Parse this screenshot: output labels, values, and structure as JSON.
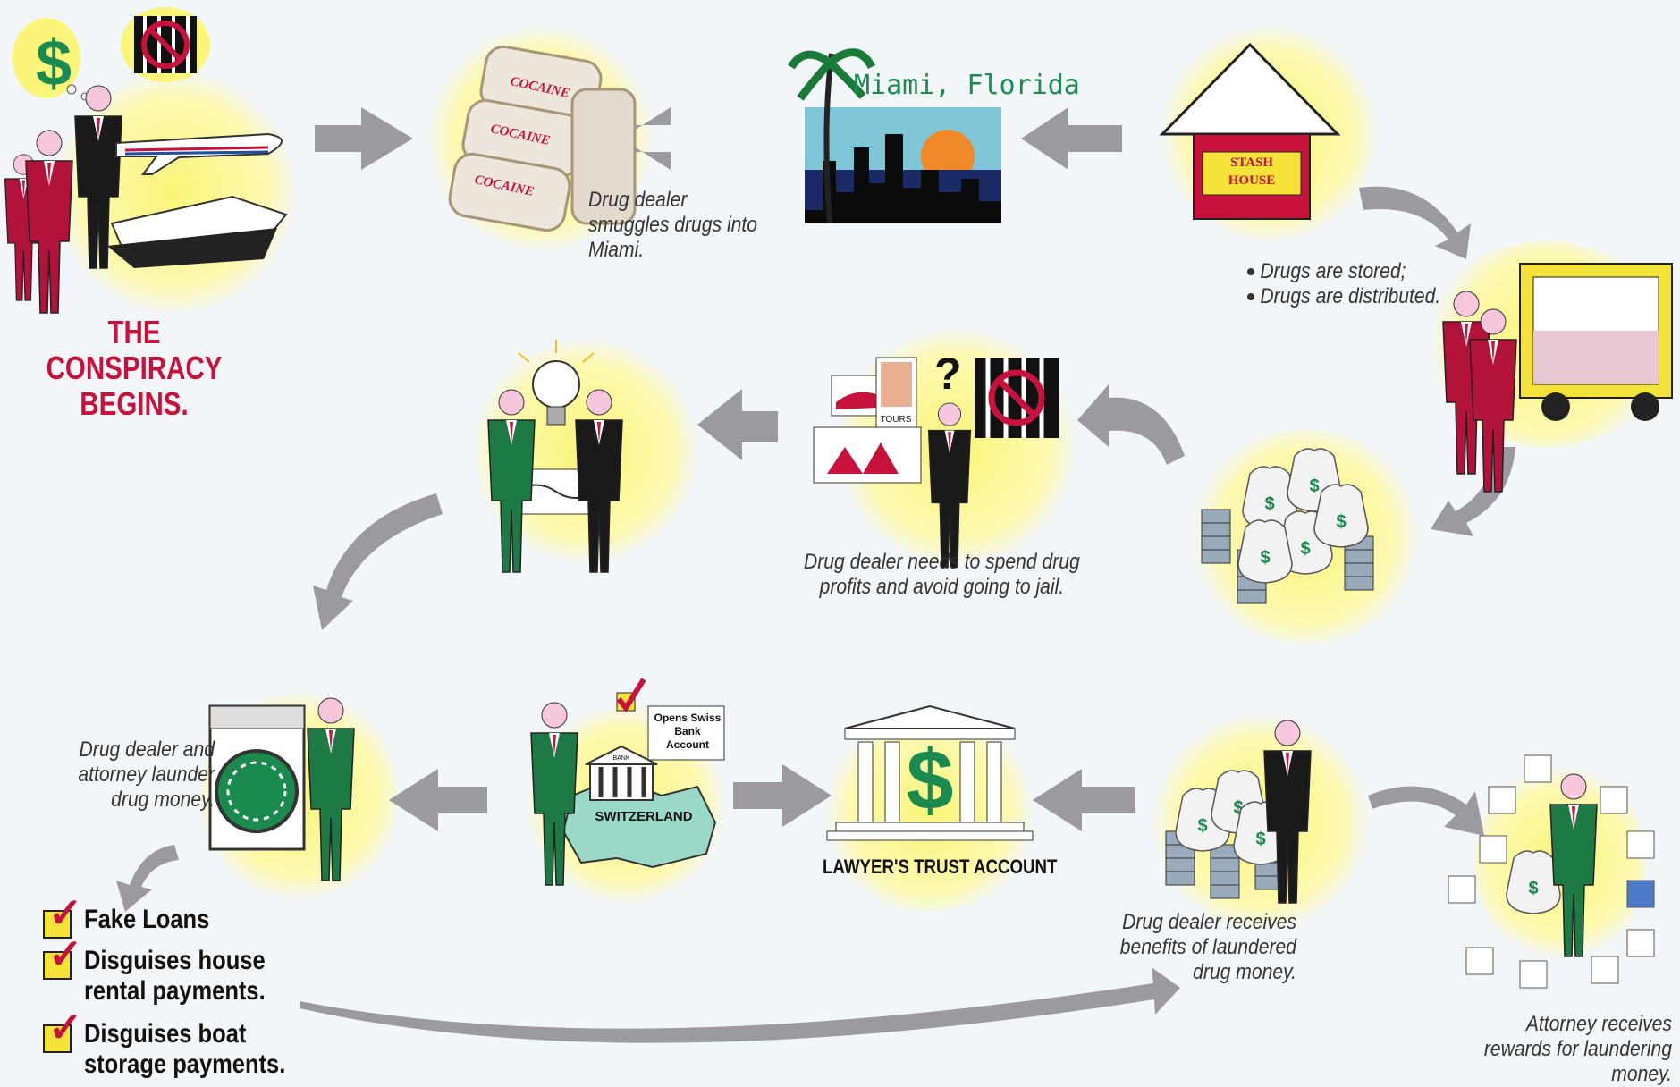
{
  "title": "THE CONSPIRACY BEGINS.",
  "steps": {
    "smuggle": {
      "caption": "Drug dealer smuggles drugs into Miami."
    },
    "city": {
      "name": "Miami, Florida"
    },
    "stash": {
      "sign": "STASH HOUSE",
      "caption_lines": [
        "Drugs are stored;",
        "Drugs are distributed."
      ]
    },
    "spend": {
      "caption": "Drug dealer needs to spend drug profits and avoid going to jail.",
      "tours_tag": "TOURS"
    },
    "launder": {
      "caption": "Drug dealer and attorney launder drug money."
    },
    "swiss": {
      "note": "Opens Swiss Bank Account",
      "country": "SWITZERLAND",
      "bank_sign": "BANK"
    },
    "trust": {
      "caption": "LAWYER'S TRUST ACCOUNT"
    },
    "benefits": {
      "caption": "Drug dealer receives benefits of laundered drug money."
    },
    "rewards": {
      "caption": "Attorney receives rewards for laundering money."
    }
  },
  "package_labels": [
    "COCAINE",
    "COCAINE",
    "COCAINE"
  ],
  "checklist": [
    "Fake Loans",
    "Disguises house rental payments.",
    "Disguises boat storage payments."
  ],
  "colors": {
    "accent_red": "#c8123c",
    "glow_yellow": "#fbf57a",
    "arrow_gray": "#9a9aa0",
    "suit_green": "#1e7a45",
    "money_green": "#1a8a4e"
  }
}
